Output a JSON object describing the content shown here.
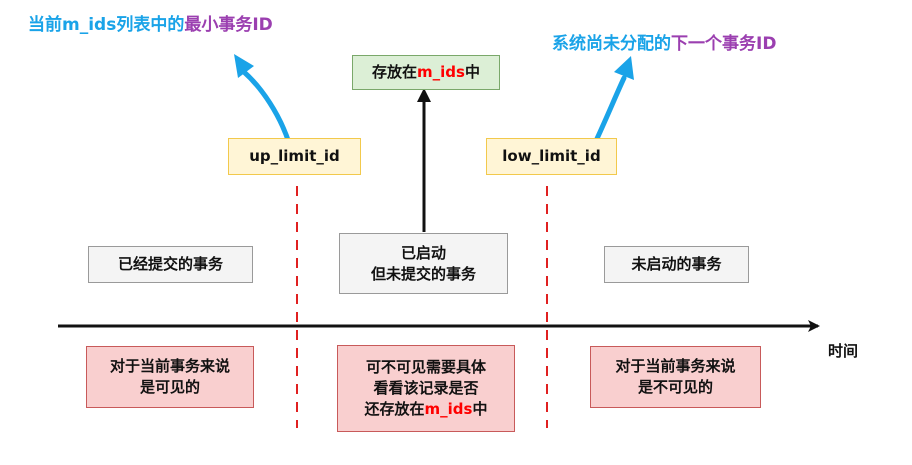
{
  "annotations": {
    "left": {
      "part1": "当前",
      "part2": "m_ids",
      "part3": "列表中的",
      "part4": "最小事务ID"
    },
    "right": {
      "part1": "系统尚未分配的",
      "part2": "下一个事务ID"
    }
  },
  "boxes": {
    "up_limit_id": "up_limit_id",
    "low_limit_id": "low_limit_id",
    "store_in": {
      "prefix": "存放在",
      "highlight": "m_ids",
      "suffix": "中"
    },
    "committed": "已经提交的事务",
    "started_line1": "已启动",
    "started_line2": "但未提交的事务",
    "not_started": "未启动的事务",
    "visible_line1": "对于当前事务来说",
    "visible_line2": "是可见的",
    "check_line1": "可不可见需要具体",
    "check_line2": "看看该记录是否",
    "check_line3_prefix": "还存放在",
    "check_line3_highlight": "m_ids",
    "check_line3_suffix": "中",
    "invisible_line1": "对于当前事务来说",
    "invisible_line2": "是不可见的"
  },
  "axis": {
    "label": "时间"
  },
  "colors": {
    "annotation_blue": "#1aa3e8",
    "annotation_purple": "#9b3fb0",
    "highlight_red": "#ff0000",
    "dashed_line_red": "#e02020"
  }
}
